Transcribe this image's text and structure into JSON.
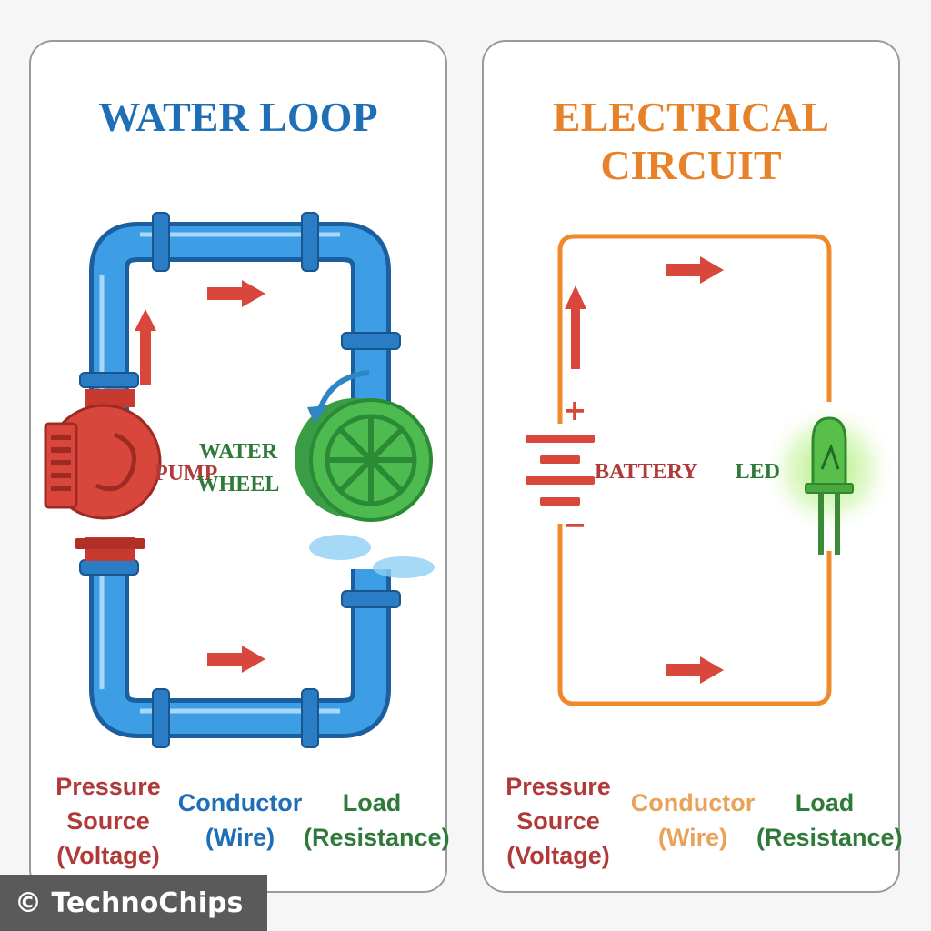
{
  "water_loop": {
    "title": "WATER LOOP",
    "pump_label": "PUMP",
    "wheel_label_line1": "WATER",
    "wheel_label_line2": "WHEEL",
    "legend": {
      "source": [
        "Pressure",
        "Source",
        "(Voltage)"
      ],
      "conductor": [
        "Conductor",
        "(Wire)"
      ],
      "load": [
        "Load",
        "(Resistance)"
      ]
    }
  },
  "electrical_circuit": {
    "title": "ELECTRICAL CIRCUIT",
    "battery_label": "BATTERY",
    "plus_sign": "+",
    "minus_sign": "−",
    "led_label": "LED",
    "legend": {
      "source": [
        "Pressure",
        "Source",
        "(Voltage)"
      ],
      "conductor": [
        "Conductor",
        "(Wire)"
      ],
      "load": [
        "Load",
        "(Resistance)"
      ]
    }
  },
  "copyright": "© TechnoChips",
  "colors": {
    "pipe": "#2f8fd8",
    "pump": "#d9463c",
    "wheel": "#3fae49",
    "wire": "#ef8a2c",
    "arrow": "#d9463c",
    "led": "#58c04a"
  }
}
